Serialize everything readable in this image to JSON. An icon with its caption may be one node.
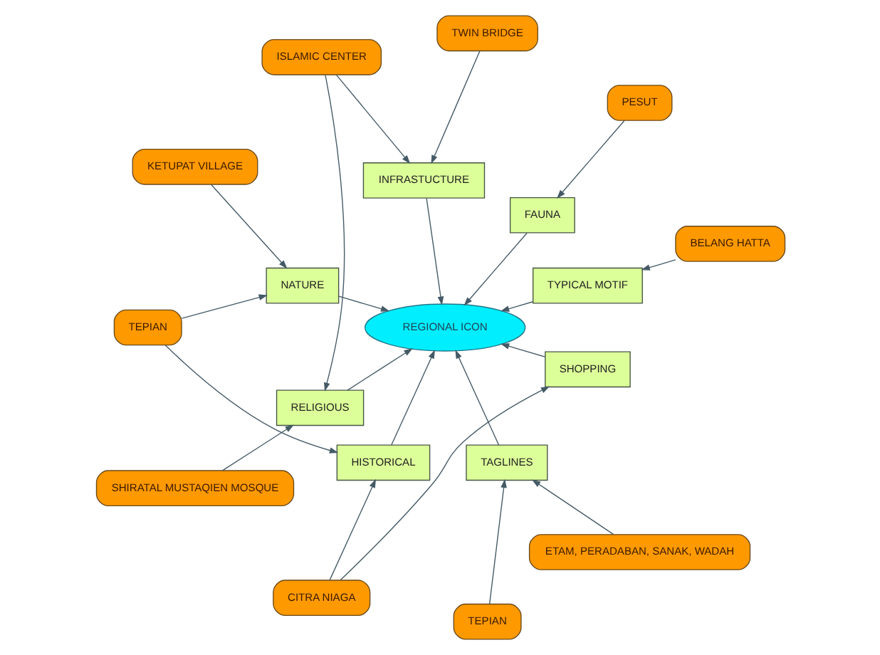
{
  "diagram": {
    "nodes": [
      {
        "text": [
          "BELANG HATTA"
        ]
      },
      {
        "text": [
          "PESUT"
        ]
      },
      {
        "text": [
          "TYPICAL MOTIF"
        ]
      },
      {
        "text": [
          "TWIN BRIDGE"
        ]
      },
      {
        "text": [
          "FAUNA"
        ]
      },
      {
        "text": [
          "KETUPAT VILLAGE"
        ]
      },
      {
        "text": [
          "INFRASTUCTURE"
        ]
      },
      {
        "text": [
          "ISLAMIC CENTER"
        ]
      },
      {
        "text": [
          "NATURE"
        ]
      },
      {
        "text": [
          "REGIONAL ICON"
        ]
      },
      {
        "text": [
          "SHIRATAL MUSTAQIEN MOSQUE"
        ]
      },
      {
        "text": [
          "RELIGIOUS"
        ]
      },
      {
        "text": [
          "TEPIAN"
        ]
      },
      {
        "text": [
          "HISTORICAL"
        ]
      },
      {
        "text": [
          "TAGLINES"
        ]
      },
      {
        "text": [
          "SHOPPING"
        ]
      },
      {
        "text": [
          "TEPIAN"
        ]
      },
      {
        "text": [
          "ETAM, PERADABAN, SANAK, WADAH"
        ]
      },
      {
        "text": [
          "CITRA NIAGA"
        ]
      }
    ],
    "edges": [
      {
        "from": 0,
        "to": 2,
        "arrow": "to"
      },
      {
        "from": 1,
        "to": 4,
        "arrow": "to"
      },
      {
        "from": 3,
        "to": 6,
        "arrow": "to"
      },
      {
        "from": 7,
        "to": 6,
        "arrow": "to"
      },
      {
        "from": 7,
        "to": 11,
        "arrow": "to"
      },
      {
        "from": 10,
        "to": 11,
        "arrow": "to"
      },
      {
        "from": 5,
        "to": 8,
        "arrow": "to"
      },
      {
        "from": 12,
        "to": 8,
        "arrow": "to"
      },
      {
        "from": 12,
        "to": 13,
        "arrow": "to"
      },
      {
        "from": 18,
        "to": 13,
        "arrow": "to"
      },
      {
        "from": 18,
        "to": 15,
        "arrow": "to"
      },
      {
        "from": 16,
        "to": 14,
        "arrow": "to"
      },
      {
        "from": 17,
        "to": 14,
        "arrow": "to"
      },
      {
        "from": 4,
        "to": 9,
        "arrow": "to"
      },
      {
        "from": 2,
        "to": 9,
        "arrow": "to"
      },
      {
        "from": 6,
        "to": 9,
        "arrow": "to"
      },
      {
        "from": 8,
        "to": 9,
        "arrow": "to"
      },
      {
        "from": 11,
        "to": 9,
        "arrow": "to"
      },
      {
        "from": 13,
        "to": 9,
        "arrow": "to"
      },
      {
        "from": 15,
        "to": 9,
        "arrow": "to"
      },
      {
        "from": 14,
        "to": 9,
        "arrow": "to"
      }
    ]
  }
}
